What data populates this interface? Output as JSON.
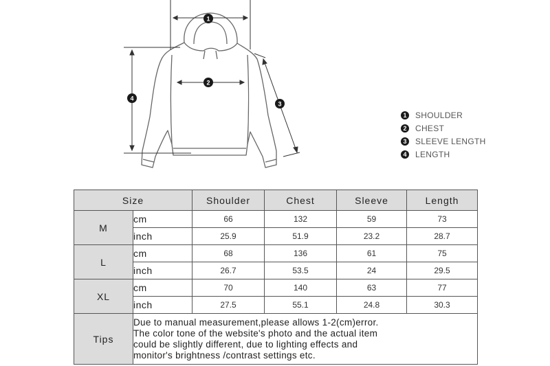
{
  "legend": [
    {
      "num": "1",
      "label": "SHOULDER"
    },
    {
      "num": "2",
      "label": "CHEST"
    },
    {
      "num": "3",
      "label": "SLEEVE LENGTH"
    },
    {
      "num": "4",
      "label": "LENGTH"
    }
  ],
  "diagram_markers": [
    "1",
    "2",
    "3",
    "4"
  ],
  "table": {
    "headers": [
      "Size",
      "Shoulder",
      "Chest",
      "Sleeve",
      "Length"
    ],
    "rows": [
      {
        "size": "M",
        "cm": {
          "unit": "cm",
          "values": [
            "66",
            "132",
            "59",
            "73"
          ]
        },
        "inch": {
          "unit": "inch",
          "values": [
            "25.9",
            "51.9",
            "23.2",
            "28.7"
          ]
        }
      },
      {
        "size": "L",
        "cm": {
          "unit": "cm",
          "values": [
            "68",
            "136",
            "61",
            "75"
          ]
        },
        "inch": {
          "unit": "inch",
          "values": [
            "26.7",
            "53.5",
            "24",
            "29.5"
          ]
        }
      },
      {
        "size": "XL",
        "cm": {
          "unit": "cm",
          "values": [
            "70",
            "140",
            "63",
            "77"
          ]
        },
        "inch": {
          "unit": "inch",
          "values": [
            "27.5",
            "55.1",
            "24.8",
            "30.3"
          ]
        }
      }
    ],
    "tips_label": "Tips",
    "tips_lines": [
      "Due to manual measurement,please allows 1-2(cm)error.",
      "The color tone of the website's photo and the actual item",
      "could be slightly different, due to lighting effects and",
      "monitor's brightness /contrast settings etc."
    ]
  }
}
